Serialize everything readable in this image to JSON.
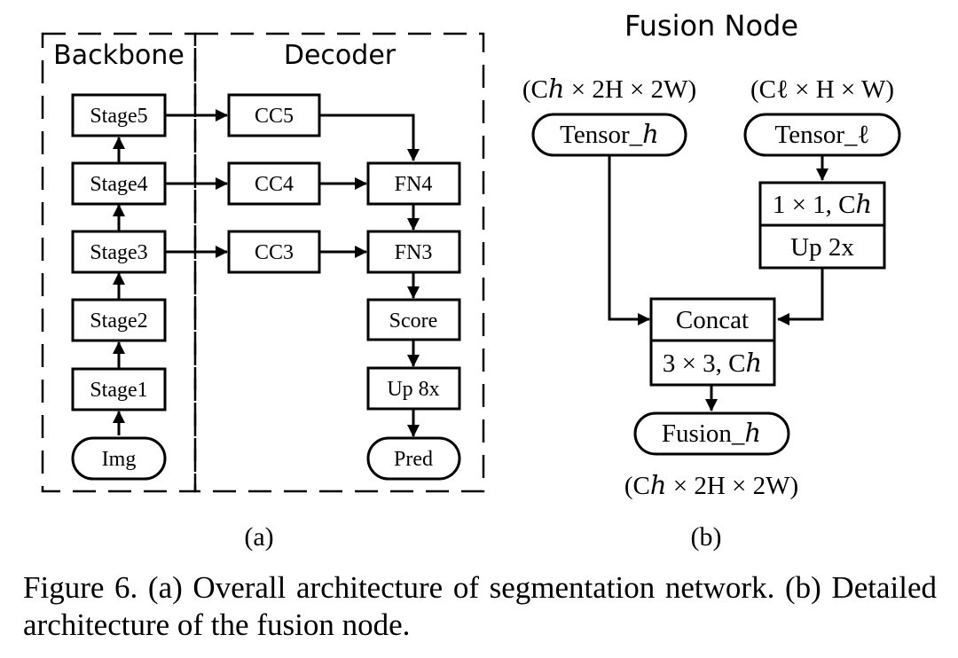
{
  "panel_a": {
    "backbone_title": "Backbone",
    "decoder_title": "Decoder",
    "nodes": {
      "stage5": "Stage5",
      "stage4": "Stage4",
      "stage3": "Stage3",
      "stage2": "Stage2",
      "stage1": "Stage1",
      "img": "Img",
      "cc5": "CC5",
      "cc4": "CC4",
      "cc3": "CC3",
      "fn4": "FN4",
      "fn3": "FN3",
      "score": "Score",
      "up8x": "Up 8x",
      "pred": "Pred"
    },
    "label": "(a)"
  },
  "panel_b": {
    "title": "Fusion Node",
    "dim_high": "(Cℎ × 2H × 2W)",
    "dim_low": "(Cℓ × H × W)",
    "tensor_high": "Tensor_ℎ",
    "tensor_low": "Tensor_ℓ",
    "conv1x1": "1 × 1, Cℎ",
    "up2x": "Up 2x",
    "concat": "Concat",
    "conv3x3": "3 × 3, Cℎ",
    "fusion": "Fusion_ℎ",
    "dim_out": "(Cℎ × 2H × 2W)",
    "label": "(b)"
  },
  "caption": "Figure 6. (a) Overall architecture of segmentation network. (b) Detailed architecture of the fusion node."
}
